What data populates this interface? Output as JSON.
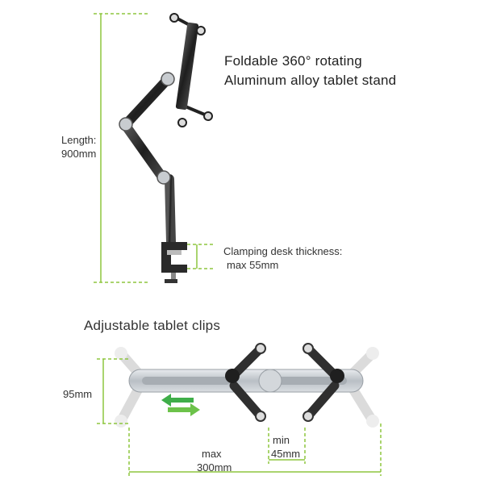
{
  "title": {
    "line1": "Foldable 360° rotating",
    "line2": "Aluminum alloy tablet stand"
  },
  "length_label": {
    "line1": "Length:",
    "line2": "900mm"
  },
  "clamp_label": {
    "line1": "Clamping desk thickness:",
    "line2": "max 55mm"
  },
  "clips_heading": "Adjustable tablet clips",
  "height_label": "95mm",
  "width_label": {
    "line1": "max",
    "line2": "300mm"
  },
  "min_label": {
    "line1": "min",
    "line2": "45mm"
  },
  "colors": {
    "dimension_line": "#8dc63f",
    "metal_dark": "#2b2b2b",
    "aluminum": "#c9ced3",
    "arrow_green": "#3fae49"
  }
}
